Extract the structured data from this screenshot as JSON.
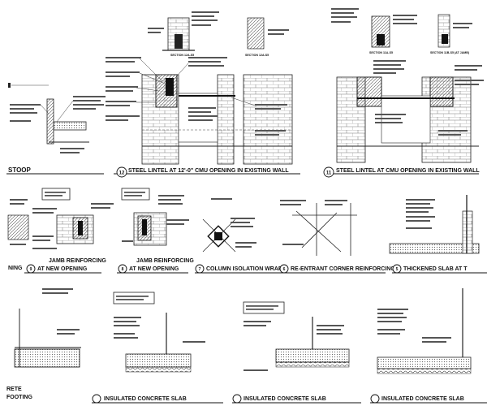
{
  "sheet": {
    "section_titles": {
      "top_left": "STOOP",
      "top_center": "STEEL LINTEL AT 12'-0\" CMU OPENING IN EXISTING WALL",
      "top_right": "STEEL LINTEL AT CMU OPENING IN EXISTING WALL",
      "mid_1": "NING",
      "mid_2": "JAMB REINFORCING",
      "mid_2b": "AT NEW OPENING",
      "mid_3": "JAMB REINFORCING",
      "mid_3b": "AT NEW OPENING",
      "mid_4": "COLUMN ISOLATION WRAP",
      "mid_5": "RE-ENTRANT CORNER REINFORCING",
      "mid_6": "THICKENED SLAB AT T",
      "bot_1": "RETE",
      "bot_1b": "FOOTING",
      "bot_2": "INSULATED CONCRETE SLAB",
      "bot_3": "INSULATED CONCRETE SLAB",
      "bot_4": "INSULATED CONCRETE SLAB"
    },
    "detail_numbers": {
      "top_center": "12",
      "top_right": "11",
      "mid_2": "9",
      "mid_3": "8",
      "mid_4": "7",
      "mid_5": "6",
      "mid_6": "5"
    },
    "section_tags": {
      "a": "SECTION 12A-S5",
      "b": "SECTION 12A-S5",
      "c": "SECTION 11A-S5",
      "d": "SECTION 11B-S5 (AT JAMB)"
    }
  }
}
